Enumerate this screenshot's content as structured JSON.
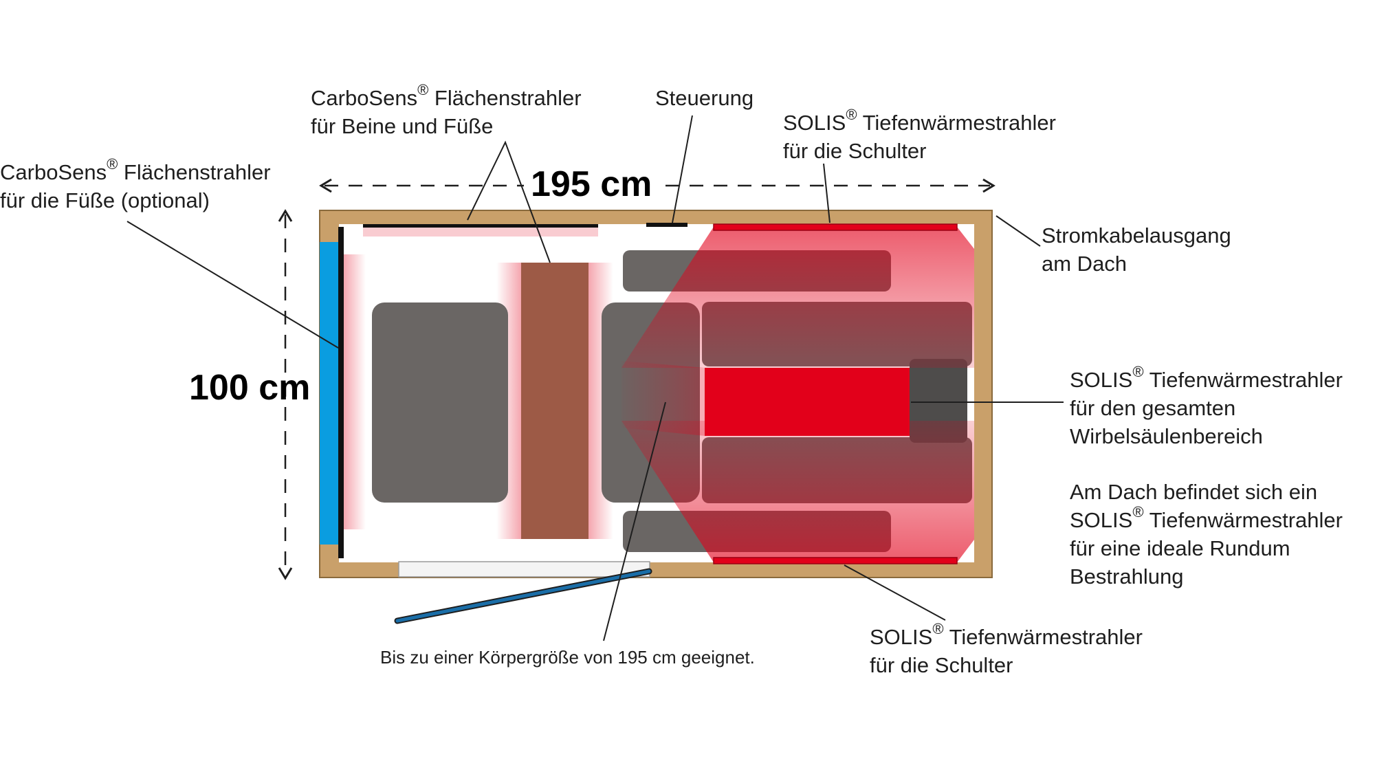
{
  "colors": {
    "wall": "#c9a06a",
    "wall_stroke": "#8a6a3c",
    "bench": "#6a6664",
    "foot_panel": "#0a9de0",
    "leg_panel": "#9d5a46",
    "red_heater": "#e2001a",
    "door_glass": "#1a6ea8",
    "line": "#1e1e1e"
  },
  "dimensions": {
    "width": "195 cm",
    "depth": "100 cm"
  },
  "labels": {
    "carbo_legs": {
      "brand": "CarboSens",
      "line1_rest": " Flächenstrahler",
      "line2": "für Beine und Füße"
    },
    "steuerung": "Steuerung",
    "solis_top": {
      "brand": "SOLIS",
      "line1_rest": " Tiefenwärmestrahler",
      "line2": "für die Schulter"
    },
    "carbo_feet": {
      "brand": "CarboSens",
      "line1_rest": " Flächenstrahler",
      "line2": "für die Füße (optional)"
    },
    "cable": {
      "line1": "Stromkabelausgang",
      "line2": "am Dach"
    },
    "solis_spine": {
      "brand": "SOLIS",
      "line1_rest": " Tiefenwärmestrahler",
      "line2": "für den gesamten",
      "line3": "Wirbelsäulenbereich"
    },
    "roof_note": {
      "line1": "Am Dach befindet sich ein",
      "brand": "SOLIS",
      "line2_rest": " Tiefenwärmestrahler",
      "line3": "für eine ideale Rundum",
      "line4": "Bestrahlung"
    },
    "solis_bottom": {
      "brand": "SOLIS",
      "line1_rest": " Tiefenwärmestrahler",
      "line2": "für die Schulter"
    },
    "body_height": "Bis zu einer Körpergröße von 195 cm geeignet.",
    "registered": "®"
  }
}
